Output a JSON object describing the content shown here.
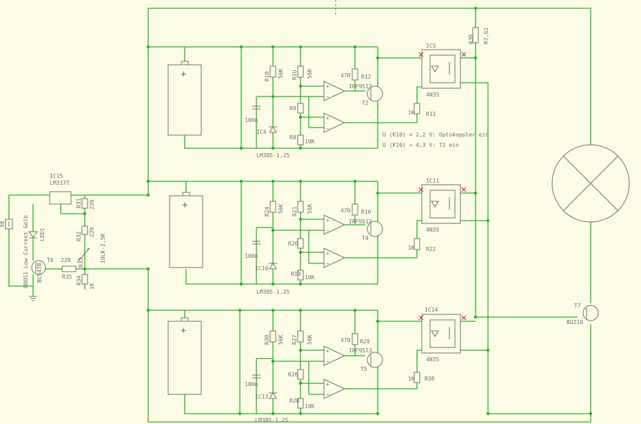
{
  "labels": {
    "ic15": "IC15",
    "lm317t": "LM317T",
    "x8": "X8",
    "r31": "R31",
    "r31v": "220",
    "r32": "R32",
    "r32v": "220",
    "r33": "R33",
    "r33v": "10LK-2,5K",
    "d_led": "LED1",
    "led_note": "ODOS1 Low Current Gelb",
    "t6": "T6",
    "t6v": "BC547B",
    "r35": "R35",
    "r35v": "220",
    "r34": "R34",
    "r34v": "1K",
    "ic5": "IC5",
    "ic5v": "4N35",
    "r36": "R36",
    "r36v": "R7,62",
    "ic11": "IC11",
    "ic11v": "4N35",
    "ic14": "IC14",
    "ic14v": "4N35",
    "r10": "R10",
    "r10v": "56K",
    "r1x": "R1U",
    "r1xv": "56K",
    "r12": "R12",
    "r12v": "470",
    "t2": "T2",
    "irf1": "IRF9513",
    "r9": "R9",
    "r8": "R8",
    "r8v": "10K",
    "r11": "R11",
    "r11v": "1K",
    "c1": "100n",
    "ic4": "IC4",
    "lm1": "LM385-1,25",
    "note1": "U (K10) < 2,2 V: Optokoppler ein",
    "note2": "U (K10) > 4,3 V: T2 ein",
    "r24": "R24",
    "r24v": "56K",
    "r21": "R21",
    "r21v": "56K",
    "r10b": "R10",
    "r10bv": "470",
    "t4": "T4",
    "irf2": "IRF9513",
    "r20": "R20",
    "r19": "R19",
    "r19v": "10K",
    "r22": "R22",
    "r22v": "1K",
    "c2": "100n",
    "ic10": "IC10",
    "lm2": "LM385-1,25",
    "r30": "R30",
    "r30v": "56K",
    "r27": "R27",
    "r27v": "56K",
    "r29": "R29",
    "r29v": "470",
    "t5": "T5",
    "irf3": "IRF9513",
    "r26": "R26",
    "r28": "R28",
    "r28v": "10K",
    "r38": "R38",
    "r38v": "1K",
    "c3": "100n",
    "ic13": "IC13",
    "lm3": "LM385-1,25",
    "t7": "T7",
    "t7v": "BUZ10"
  },
  "colors": {
    "wire": "#22b422",
    "component": "#707070",
    "pin": "#c02020",
    "background": "#fbfbe6"
  }
}
